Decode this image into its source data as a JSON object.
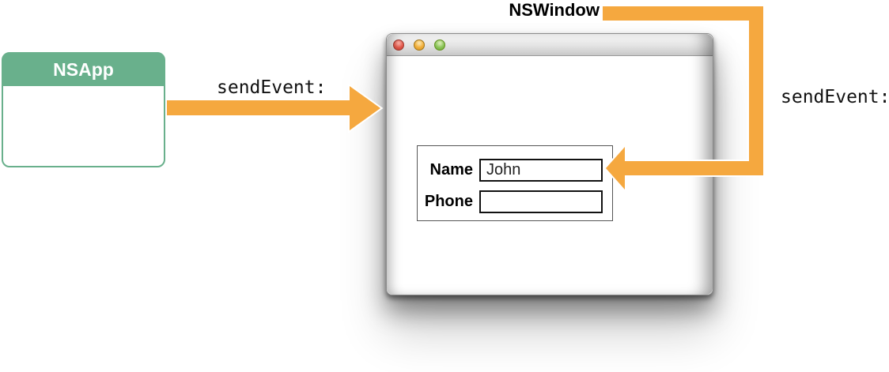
{
  "colors": {
    "orange": "#F5A83F",
    "green": "#69B08C"
  },
  "nsapp": {
    "label": "NSApp"
  },
  "nswindow": {
    "label": "NSWindow"
  },
  "arrows": {
    "app_to_window": {
      "label": "sendEvent:"
    },
    "window_to_field": {
      "label": "sendEvent:"
    }
  },
  "window": {
    "titlebar_buttons": [
      "close",
      "minimize",
      "zoom"
    ],
    "form": {
      "fields": [
        {
          "label": "Name",
          "value": "John"
        },
        {
          "label": "Phone",
          "value": ""
        }
      ]
    }
  }
}
